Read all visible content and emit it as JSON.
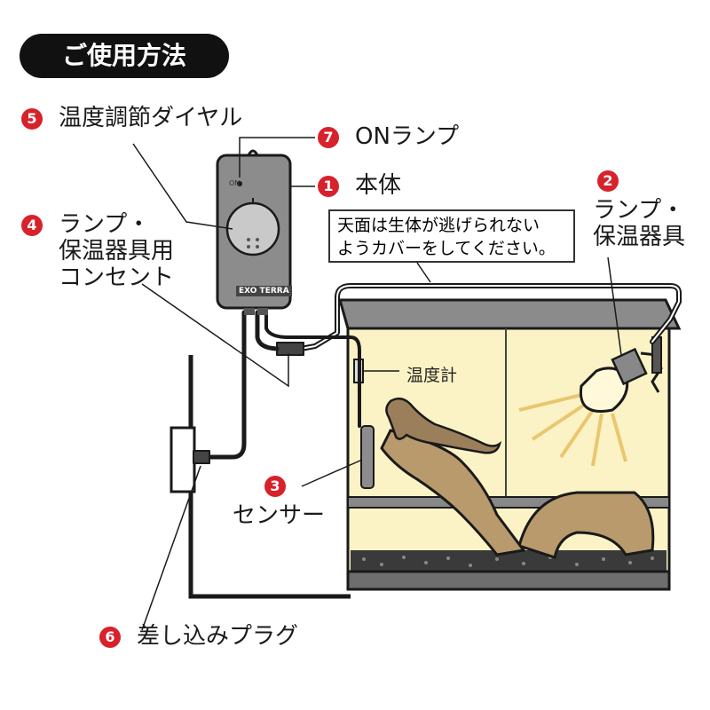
{
  "title": "ご使用方法",
  "note": {
    "line1": "天面は生体が逃げられない",
    "line2": "ようカバーをしてください。"
  },
  "thermometer_label": "温度計",
  "device": {
    "led_text": "ON",
    "brand": "EXO TERRA"
  },
  "callouts": [
    {
      "num": "1",
      "lines": [
        "本体"
      ]
    },
    {
      "num": "2",
      "lines": [
        "ランプ・",
        "保温器具"
      ]
    },
    {
      "num": "3",
      "lines": [
        "センサー"
      ]
    },
    {
      "num": "4",
      "lines": [
        "ランプ・",
        "保温器具用",
        "コンセント"
      ]
    },
    {
      "num": "5",
      "lines": [
        "温度調節ダイヤル"
      ]
    },
    {
      "num": "6",
      "lines": [
        "差し込みプラグ"
      ]
    },
    {
      "num": "7",
      "lines": [
        "ONランプ"
      ]
    }
  ],
  "colors": {
    "callout_red": "#d7222b",
    "pill_black": "#111111",
    "device_gray": "#8c8c8c",
    "glass_yellow": "#fbf3c5",
    "wood": "#b89a6d"
  }
}
